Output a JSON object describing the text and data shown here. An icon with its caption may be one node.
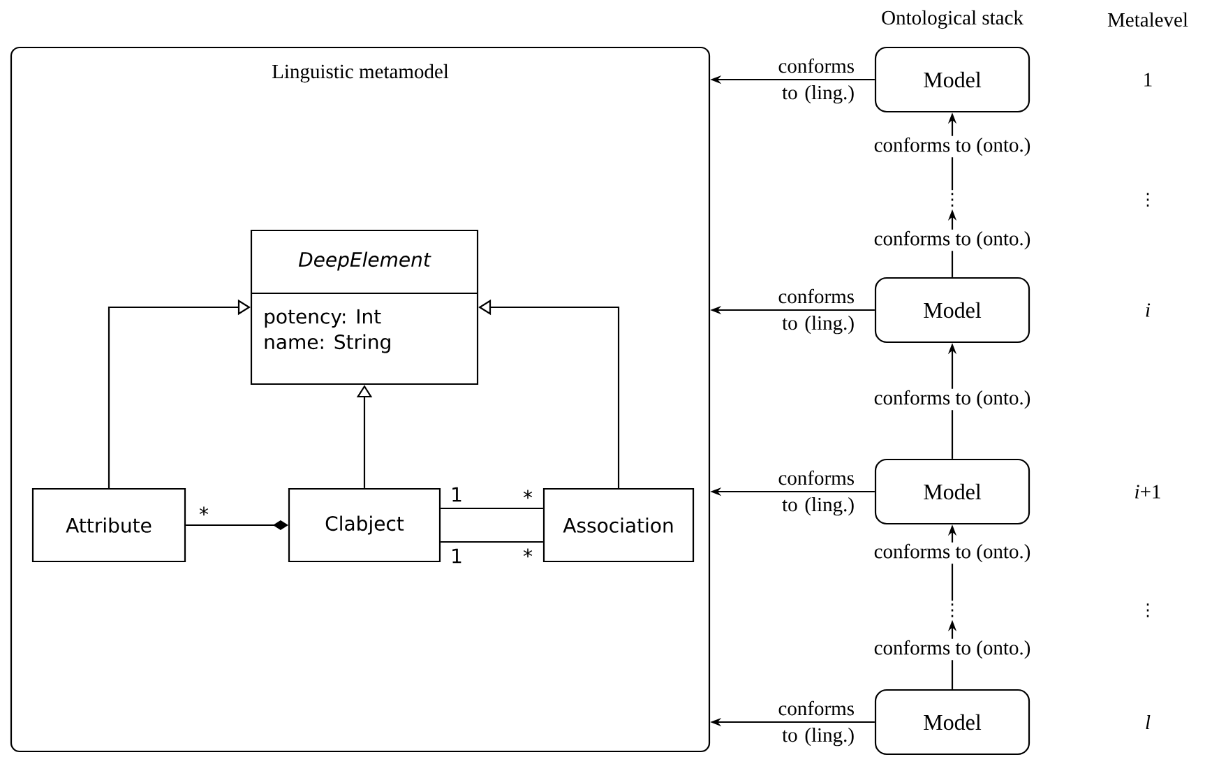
{
  "diagram": {
    "nodes": [
      {
        "text": [
          "Linguistic metamodel"
        ]
      },
      {
        "text": [
          "DeepElement",
          "potency: Int",
          "name: String"
        ],
        "in": 0
      },
      {
        "text": [
          "Attribute"
        ],
        "in": 0
      },
      {
        "text": [
          "Clabject"
        ],
        "in": 0
      },
      {
        "text": [
          "Association"
        ],
        "in": 0
      },
      {
        "text": [
          "Model"
        ]
      },
      {
        "text": [
          "⋮"
        ]
      },
      {
        "text": [
          "Model"
        ]
      },
      {
        "text": [
          "Model"
        ]
      },
      {
        "text": [
          "⋮"
        ]
      },
      {
        "text": [
          "Model"
        ]
      }
    ],
    "edges": [
      {
        "from": 2,
        "to": 1,
        "arrow": "to"
      },
      {
        "from": 3,
        "to": 1,
        "arrow": "to"
      },
      {
        "from": 4,
        "to": 1,
        "arrow": "to"
      },
      {
        "from": 2,
        "to": 3,
        "arrow": "other"
      },
      {
        "from": 3,
        "to": 4,
        "arrow": "none"
      },
      {
        "from": 3,
        "to": 4,
        "arrow": "none"
      },
      {
        "from": 5,
        "to": 0,
        "arrow": "to",
        "label": "conforms to (ling.)"
      },
      {
        "from": 7,
        "to": 0,
        "arrow": "to",
        "label": "conforms to (ling.)"
      },
      {
        "from": 8,
        "to": 0,
        "arrow": "to",
        "label": "conforms to (ling.)"
      },
      {
        "from": 10,
        "to": 0,
        "arrow": "to",
        "label": "conforms to (ling.)"
      },
      {
        "from": 6,
        "to": 5,
        "arrow": "to",
        "label": "conforms to (onto.)"
      },
      {
        "from": 7,
        "to": 6,
        "arrow": "to",
        "label": "conforms to (onto.)"
      },
      {
        "from": 8,
        "to": 7,
        "arrow": "to",
        "label": "conforms to (onto.)"
      },
      {
        "from": 9,
        "to": 8,
        "arrow": "to",
        "label": "conforms to (onto.)"
      },
      {
        "from": 10,
        "to": 9,
        "arrow": "to",
        "label": "conforms to (onto.)"
      }
    ],
    "labels": [
      "Ontological stack",
      "Metalevel",
      "1",
      "⋮",
      "i",
      "*i*+1",
      "⋮",
      "l",
      "*",
      "1",
      "*",
      "1",
      "*"
    ]
  }
}
